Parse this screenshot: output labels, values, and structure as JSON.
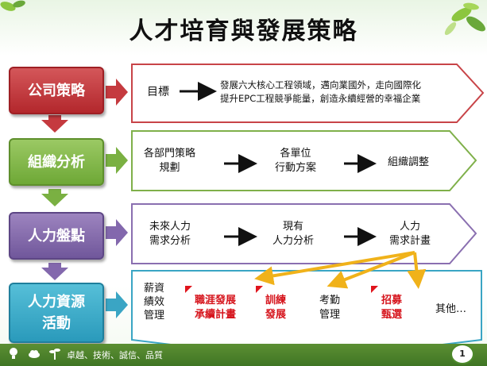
{
  "title": "人才培育與發展策略",
  "rows": [
    {
      "label": "公司策略",
      "color": "#b3272c"
    },
    {
      "label": "組織分析",
      "color": "#6ea836"
    },
    {
      "label": "人力盤點",
      "color": "#70579b"
    },
    {
      "label_line1": "人力資源",
      "label_line2": "活動",
      "color": "#2a9abb"
    }
  ],
  "row1": {
    "goal": "目標",
    "desc_line1": "發展六大核心工程領域，邁向業國外，走向國際化",
    "desc_line2": "提升EPC工程競爭能量，創造永續經營的幸福企業"
  },
  "row2": {
    "step1_line1": "各部門策略",
    "step1_line2": "規劃",
    "step2_line1": "各單位",
    "step2_line2": "行動方案",
    "step3": "組織調整"
  },
  "row3": {
    "step1_line1": "未來人力",
    "step1_line2": "需求分析",
    "step2_line1": "現有",
    "step2_line2": "人力分析",
    "step3_line1": "人力",
    "step3_line2": "需求計畫"
  },
  "row4": {
    "item1_line1": "薪資",
    "item1_line2": "績效",
    "item1_line3": "管理",
    "item2_line1": "職涯發展",
    "item2_line2": "承續計畫",
    "item3_line1": "訓練",
    "item3_line2": "發展",
    "item4_line1": "考勤",
    "item4_line2": "管理",
    "item5_line1": "招募",
    "item5_line2": "甄選",
    "item6": "其他…"
  },
  "footer": {
    "text": "卓越、技術、誠信、品質",
    "page_number": "1"
  },
  "colors": {
    "red": "#b3272c",
    "green": "#6ea836",
    "purple": "#70579b",
    "blue": "#2a9abb",
    "highlight_arrow": "#f0b21a",
    "marker": "#e0141c",
    "footer": "#4d8a2b"
  }
}
